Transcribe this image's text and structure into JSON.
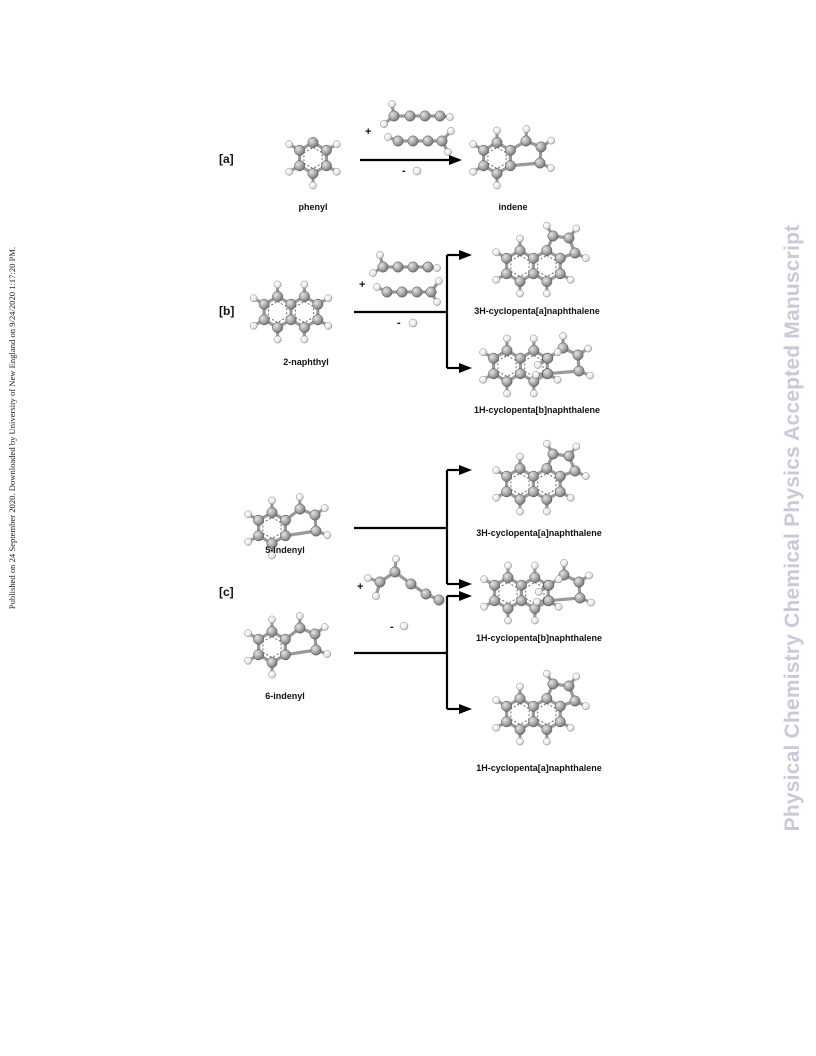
{
  "side_note": "Published on 24 September 2020. Downloaded by University of New England on 9/24/2020 1:17:20 PM.",
  "watermark": "Physical Chemistry Chemical Physics Accepted Manuscript",
  "panels": {
    "a": {
      "tag": "[a]",
      "reactant": "phenyl",
      "plus": "+",
      "minus": "-",
      "product": "indene"
    },
    "b": {
      "tag": "[b]",
      "reactant": "2-naphthyl",
      "plus": "+",
      "minus": "-",
      "product_1": "3H-cyclopenta[a]naphthalene",
      "product_2": "1H-cyclopenta[b]naphthalene"
    },
    "c": {
      "tag": "[c]",
      "reactant_1": "5-indenyl",
      "reactant_2": "6-indenyl",
      "plus": "+",
      "minus": "-",
      "product_1": "3H-cyclopenta[a]naphthalene",
      "product_2": "1H-cyclopenta[b]naphthalene",
      "product_3": "1H-cyclopenta[a]naphthalene"
    }
  }
}
